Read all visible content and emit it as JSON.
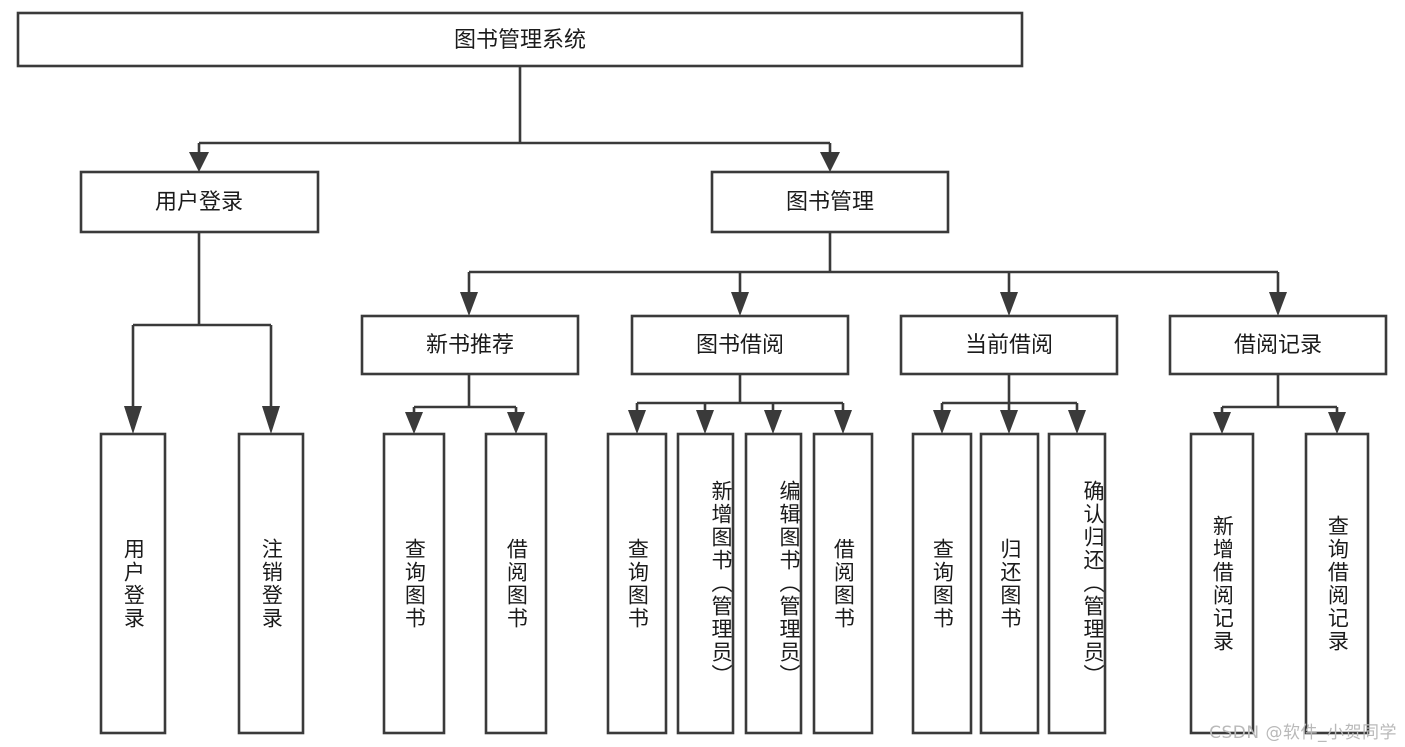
{
  "diagram": {
    "type": "tree-hierarchy",
    "title": "图书管理系统",
    "orientation": "top-down",
    "colors": {
      "box_stroke": "#3a3a3a",
      "box_fill": "#ffffff",
      "connector": "#3a3a3a",
      "text": "#1b1b1b",
      "background": "#ffffff",
      "watermark": "#b9b9b9"
    },
    "root": {
      "label": "图书管理系统"
    },
    "level2": [
      {
        "id": "user-login",
        "label": "用户登录"
      },
      {
        "id": "book-manage",
        "label": "图书管理"
      }
    ],
    "level3": [
      {
        "id": "new-book-recommend",
        "label": "新书推荐",
        "parent": "book-manage"
      },
      {
        "id": "book-borrow",
        "label": "图书借阅",
        "parent": "book-manage"
      },
      {
        "id": "current-borrow",
        "label": "当前借阅",
        "parent": "book-manage"
      },
      {
        "id": "borrow-record",
        "label": "借阅记录",
        "parent": "book-manage"
      }
    ],
    "leaves": {
      "user-login": [
        {
          "id": "leaf-user-login",
          "label": "用户登录"
        },
        {
          "id": "leaf-logout-login",
          "label": "注销登录"
        }
      ],
      "new-book-recommend": [
        {
          "id": "leaf-query-book-1",
          "label": "查询图书"
        },
        {
          "id": "leaf-borrow-book-1",
          "label": "借阅图书"
        }
      ],
      "book-borrow": [
        {
          "id": "leaf-query-book-2",
          "label": "查询图书"
        },
        {
          "id": "leaf-add-book",
          "label": "新增图书（管理员）"
        },
        {
          "id": "leaf-edit-book",
          "label": "编辑图书（管理员）"
        },
        {
          "id": "leaf-borrow-book-2",
          "label": "借阅图书"
        }
      ],
      "current-borrow": [
        {
          "id": "leaf-query-book-3",
          "label": "查询图书"
        },
        {
          "id": "leaf-return-book",
          "label": "归还图书"
        },
        {
          "id": "leaf-confirm-return",
          "label": "确认归还（管理员）"
        }
      ],
      "borrow-record": [
        {
          "id": "leaf-add-record",
          "label": "新增借阅记录"
        },
        {
          "id": "leaf-query-record",
          "label": "查询借阅记录"
        }
      ]
    }
  },
  "watermark": {
    "text": "CSDN @软件_小贺同学"
  }
}
